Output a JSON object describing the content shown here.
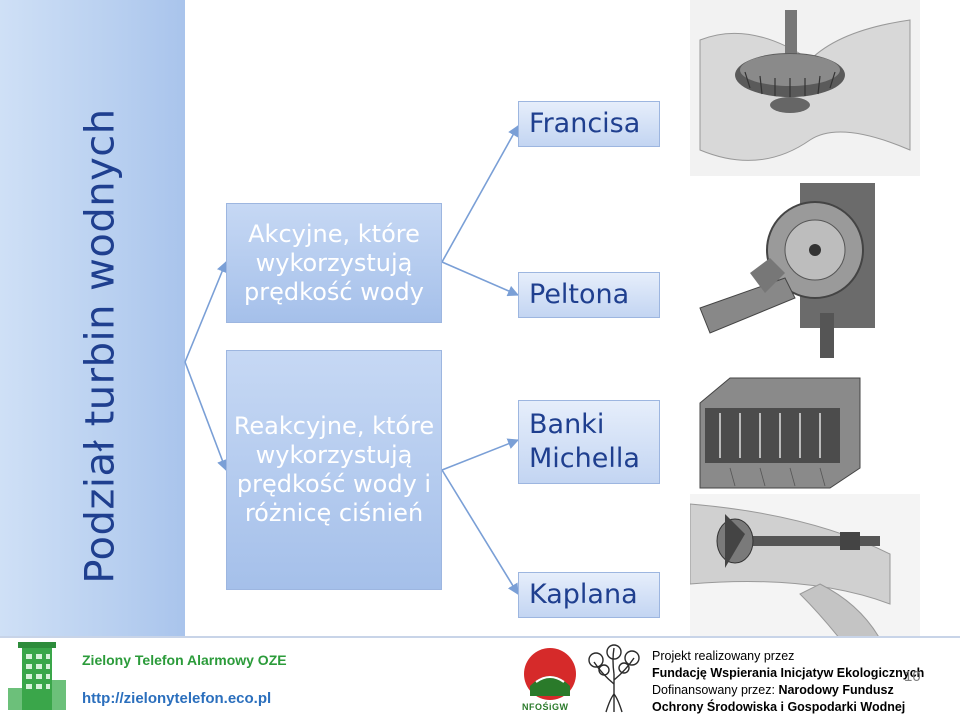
{
  "slide": {
    "title": "Podział turbin wodnych",
    "page_number": "10"
  },
  "categories": [
    {
      "label": "Akcyjne, które wykorzystują prędkość wody"
    },
    {
      "label": "Reakcyjne, które wykorzystują prędkość wody i różnicę ciśnień"
    }
  ],
  "turbines": [
    {
      "label": "Francisa"
    },
    {
      "label": "Peltona"
    },
    {
      "label": "Banki Michella"
    },
    {
      "label": "Kaplana"
    }
  ],
  "footer": {
    "org_name": "Zielony Telefon Alarmowy OZE",
    "org_url": "http://zielonytelefon.eco.pl",
    "nfosigw_label": "NFOŚiGW",
    "project_line1": "Projekt realizowany przez",
    "project_line2": "Fundację Wspierania Inicjatyw Ekologicznych",
    "project_line3_prefix": "Dofinansowany przez: ",
    "project_line3_bold": "Narodowy Fundusz",
    "project_line4": "Ochrony Środowiska i Gospodarki Wodnej"
  },
  "colors": {
    "title": "#1f3f8f",
    "box_fill": "#a5c0ea",
    "arrow": "#7a9fd6",
    "footer_green": "#2b9b3a",
    "footer_blue": "#2b6fbd"
  }
}
